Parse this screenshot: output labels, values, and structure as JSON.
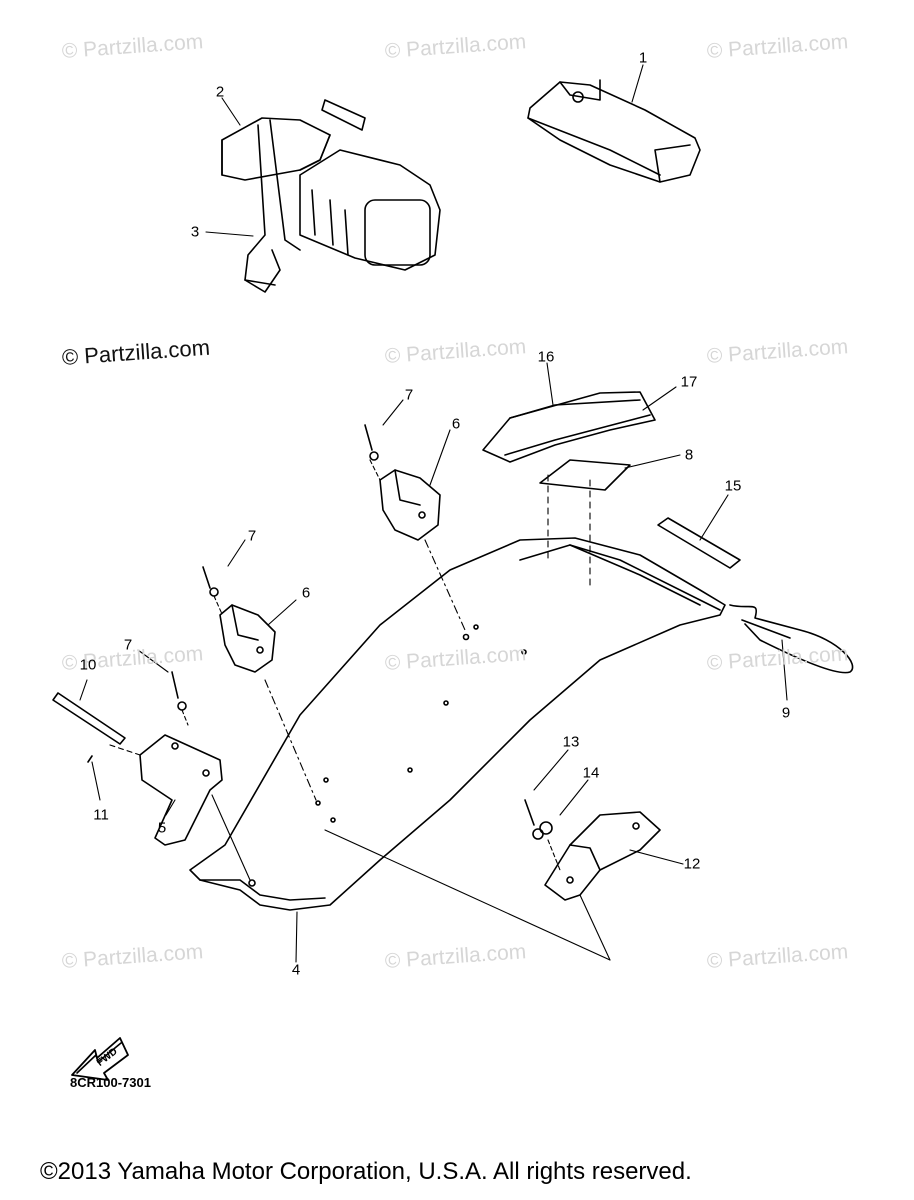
{
  "watermark": "© Partzilla.com",
  "watermark_dark": "© Partzilla.com",
  "part_labels": [
    "1",
    "2",
    "3",
    "4",
    "5",
    "6",
    "6",
    "7",
    "7",
    "7",
    "8",
    "9",
    "10",
    "11",
    "12",
    "13",
    "14",
    "15",
    "16",
    "17"
  ],
  "fwd_badge": "FWD",
  "diagram_code": "8CR100-7301",
  "copyright": "©2013  Yamaha Motor Corporation, U.S.A. All rights reserved."
}
